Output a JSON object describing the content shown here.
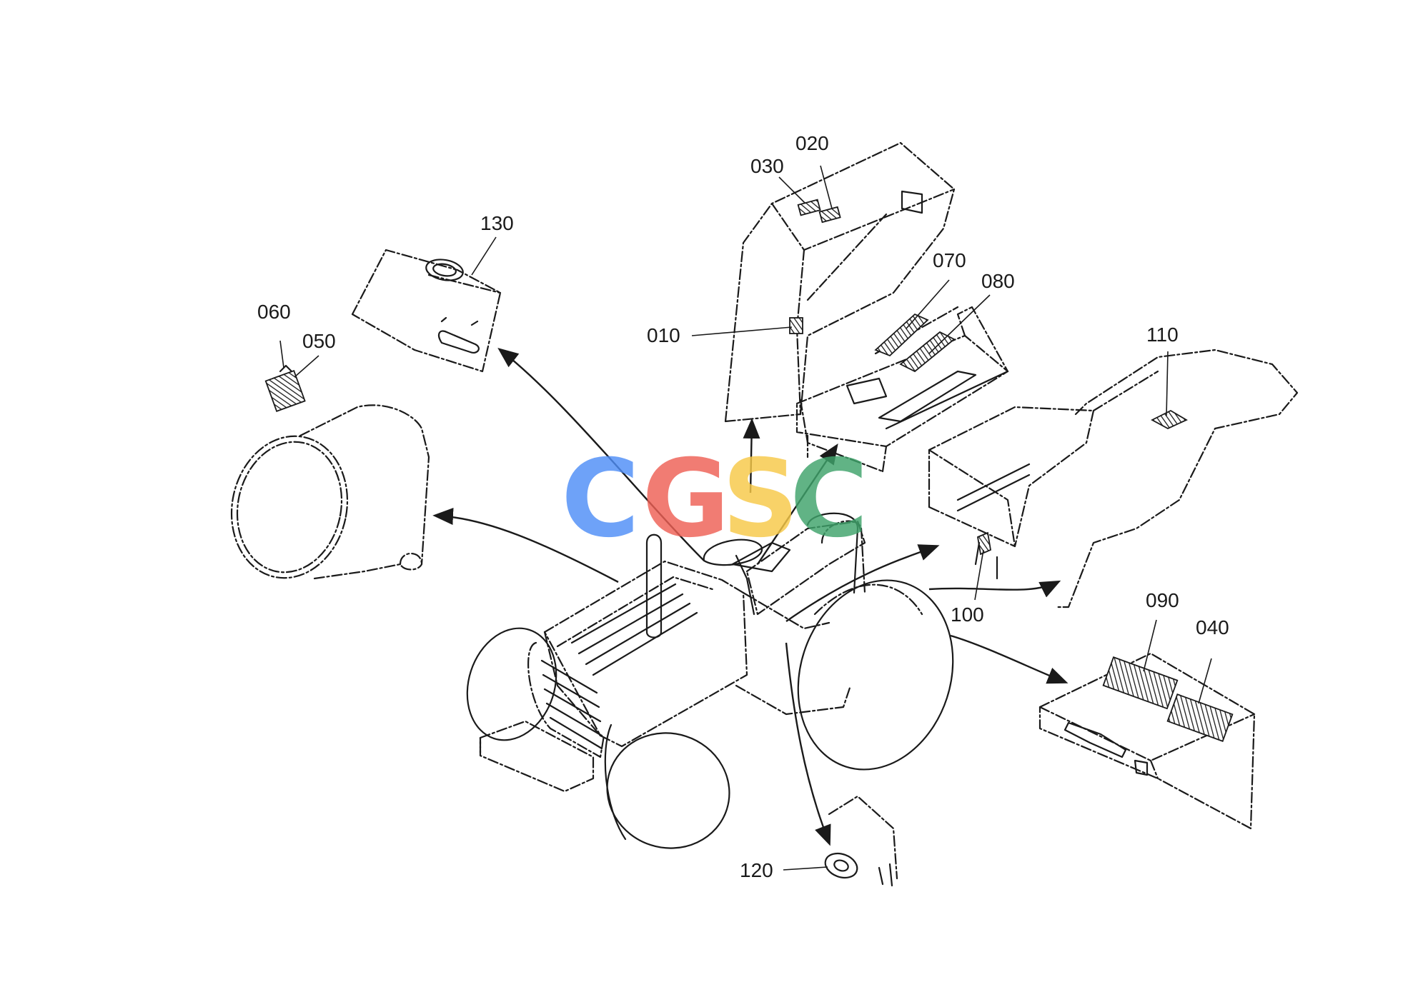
{
  "callouts": [
    {
      "id": "010",
      "label": "010"
    },
    {
      "id": "020",
      "label": "020"
    },
    {
      "id": "030",
      "label": "030"
    },
    {
      "id": "040",
      "label": "040"
    },
    {
      "id": "050",
      "label": "050"
    },
    {
      "id": "060",
      "label": "060"
    },
    {
      "id": "070",
      "label": "070"
    },
    {
      "id": "080",
      "label": "080"
    },
    {
      "id": "090",
      "label": "090"
    },
    {
      "id": "100",
      "label": "100"
    },
    {
      "id": "110",
      "label": "110"
    },
    {
      "id": "120",
      "label": "120"
    },
    {
      "id": "130",
      "label": "130"
    }
  ],
  "watermark": {
    "letters": [
      "C",
      "G",
      "S",
      "C"
    ],
    "colors": [
      "#4f8ef7",
      "#ee6055",
      "#f7c948",
      "#3fa36b"
    ]
  }
}
